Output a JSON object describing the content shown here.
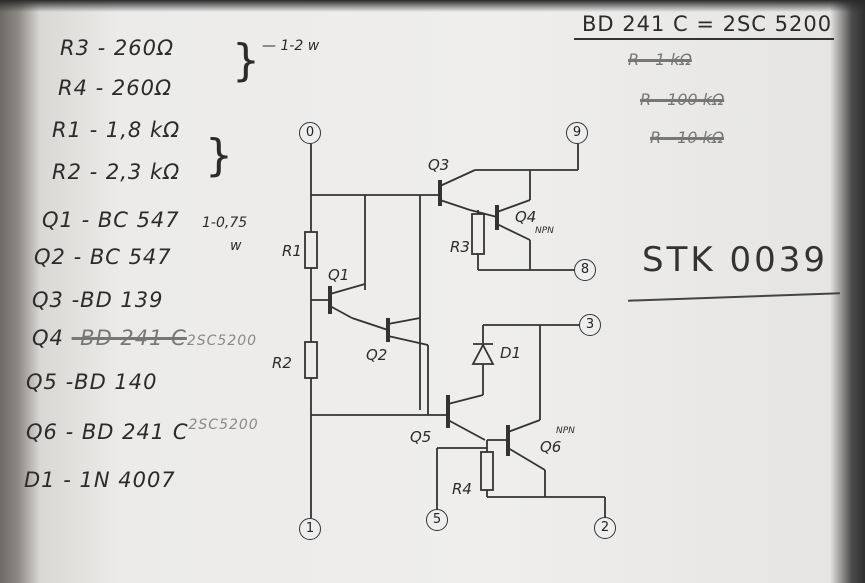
{
  "parts_list": [
    {
      "ref": "R3",
      "value": "- 260Ω"
    },
    {
      "ref": "R4",
      "value": "- 260Ω"
    },
    {
      "ref": "R1",
      "value": "- 1,8 kΩ"
    },
    {
      "ref": "R2",
      "value": "- 2,3 kΩ"
    },
    {
      "ref": "Q1",
      "value": "- BC 547"
    },
    {
      "ref": "Q2",
      "value": "- BC 547"
    },
    {
      "ref": "Q3",
      "value": "-BD 139"
    },
    {
      "ref": "Q4",
      "value": "-BD 241 C",
      "replacement": "2SC5200"
    },
    {
      "ref": "Q5",
      "value": "-BD 140"
    },
    {
      "ref": "Q6",
      "value": "- BD 241 C",
      "replacement": "2SC5200"
    },
    {
      "ref": "D1",
      "value": "- 1N 4007"
    }
  ],
  "notes": {
    "r_power": "— 1-2 w",
    "q_power": "1-0,75",
    "q_power_unit": "w",
    "equivalence": "BD 241 C = 2SC 5200",
    "struck": [
      "R - 1 kΩ",
      "R - 100 kΩ",
      "R - 10 kΩ"
    ],
    "title": "STK 0039"
  },
  "schematic": {
    "nodes": [
      "0",
      "9",
      "8",
      "3",
      "1",
      "5",
      "2"
    ],
    "labels": {
      "R1": "R1",
      "R2": "R2",
      "R3": "R3",
      "R4": "R4",
      "Q1": "Q1",
      "Q2": "Q2",
      "Q3": "Q3",
      "Q4": "Q4",
      "Q5": "Q5",
      "Q6": "Q6",
      "D1": "D1",
      "npn": "NPN"
    }
  }
}
